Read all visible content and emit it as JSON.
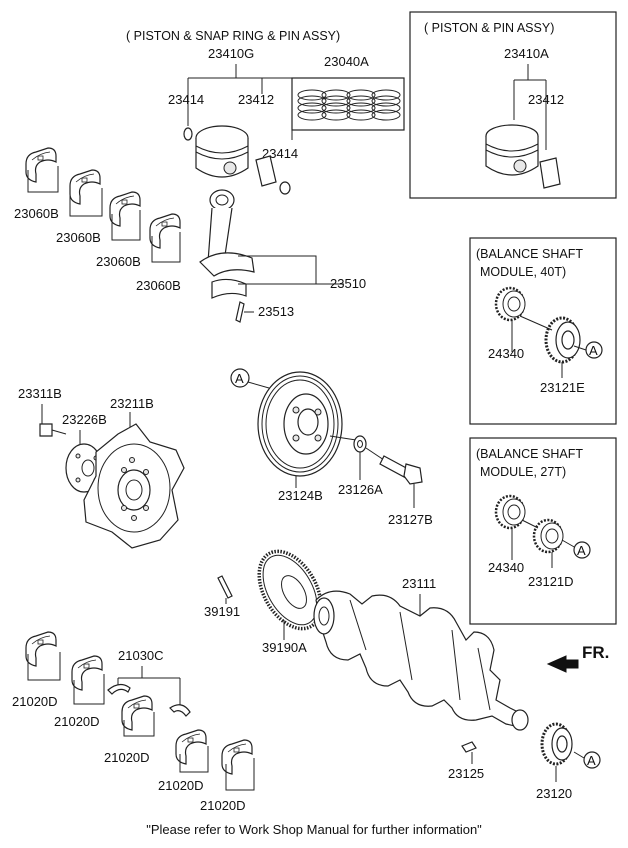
{
  "header_piston_snap": "( PISTON & SNAP RING & PIN ASSY)",
  "header_piston_pin": "( PISTON & PIN ASSY)",
  "header_balance_40t_line1": "(BALANCE SHAFT",
  "header_balance_40t_line2": "MODULE, 40T)",
  "header_balance_27t_line1": "(BALANCE SHAFT",
  "header_balance_27t_line2": "MODULE, 27T)",
  "footer_note": "\"Please refer to Work Shop Manual for further information\"",
  "front_label": "FR.",
  "ref_marker": "A",
  "part_numbers": {
    "p23410G": "23410G",
    "p23414a": "23414",
    "p23412a": "23412",
    "p23414b": "23414",
    "p23040A": "23040A",
    "p23410A": "23410A",
    "p23412b": "23412",
    "p23060B_1": "23060B",
    "p23060B_2": "23060B",
    "p23060B_3": "23060B",
    "p23060B_4": "23060B",
    "p23510": "23510",
    "p23513": "23513",
    "p24340a": "24340",
    "p23121E": "23121E",
    "p23311B": "23311B",
    "p23226B": "23226B",
    "p23211B": "23211B",
    "p23124B": "23124B",
    "p23126A": "23126A",
    "p23127B": "23127B",
    "p24340b": "24340",
    "p23121D": "23121D",
    "p23111": "23111",
    "p39191": "39191",
    "p39190A": "39190A",
    "p21030C": "21030C",
    "p21020D_1": "21020D",
    "p21020D_2": "21020D",
    "p21020D_3": "21020D",
    "p21020D_4": "21020D",
    "p21020D_5": "21020D",
    "p23125": "23125",
    "p23120": "23120"
  }
}
